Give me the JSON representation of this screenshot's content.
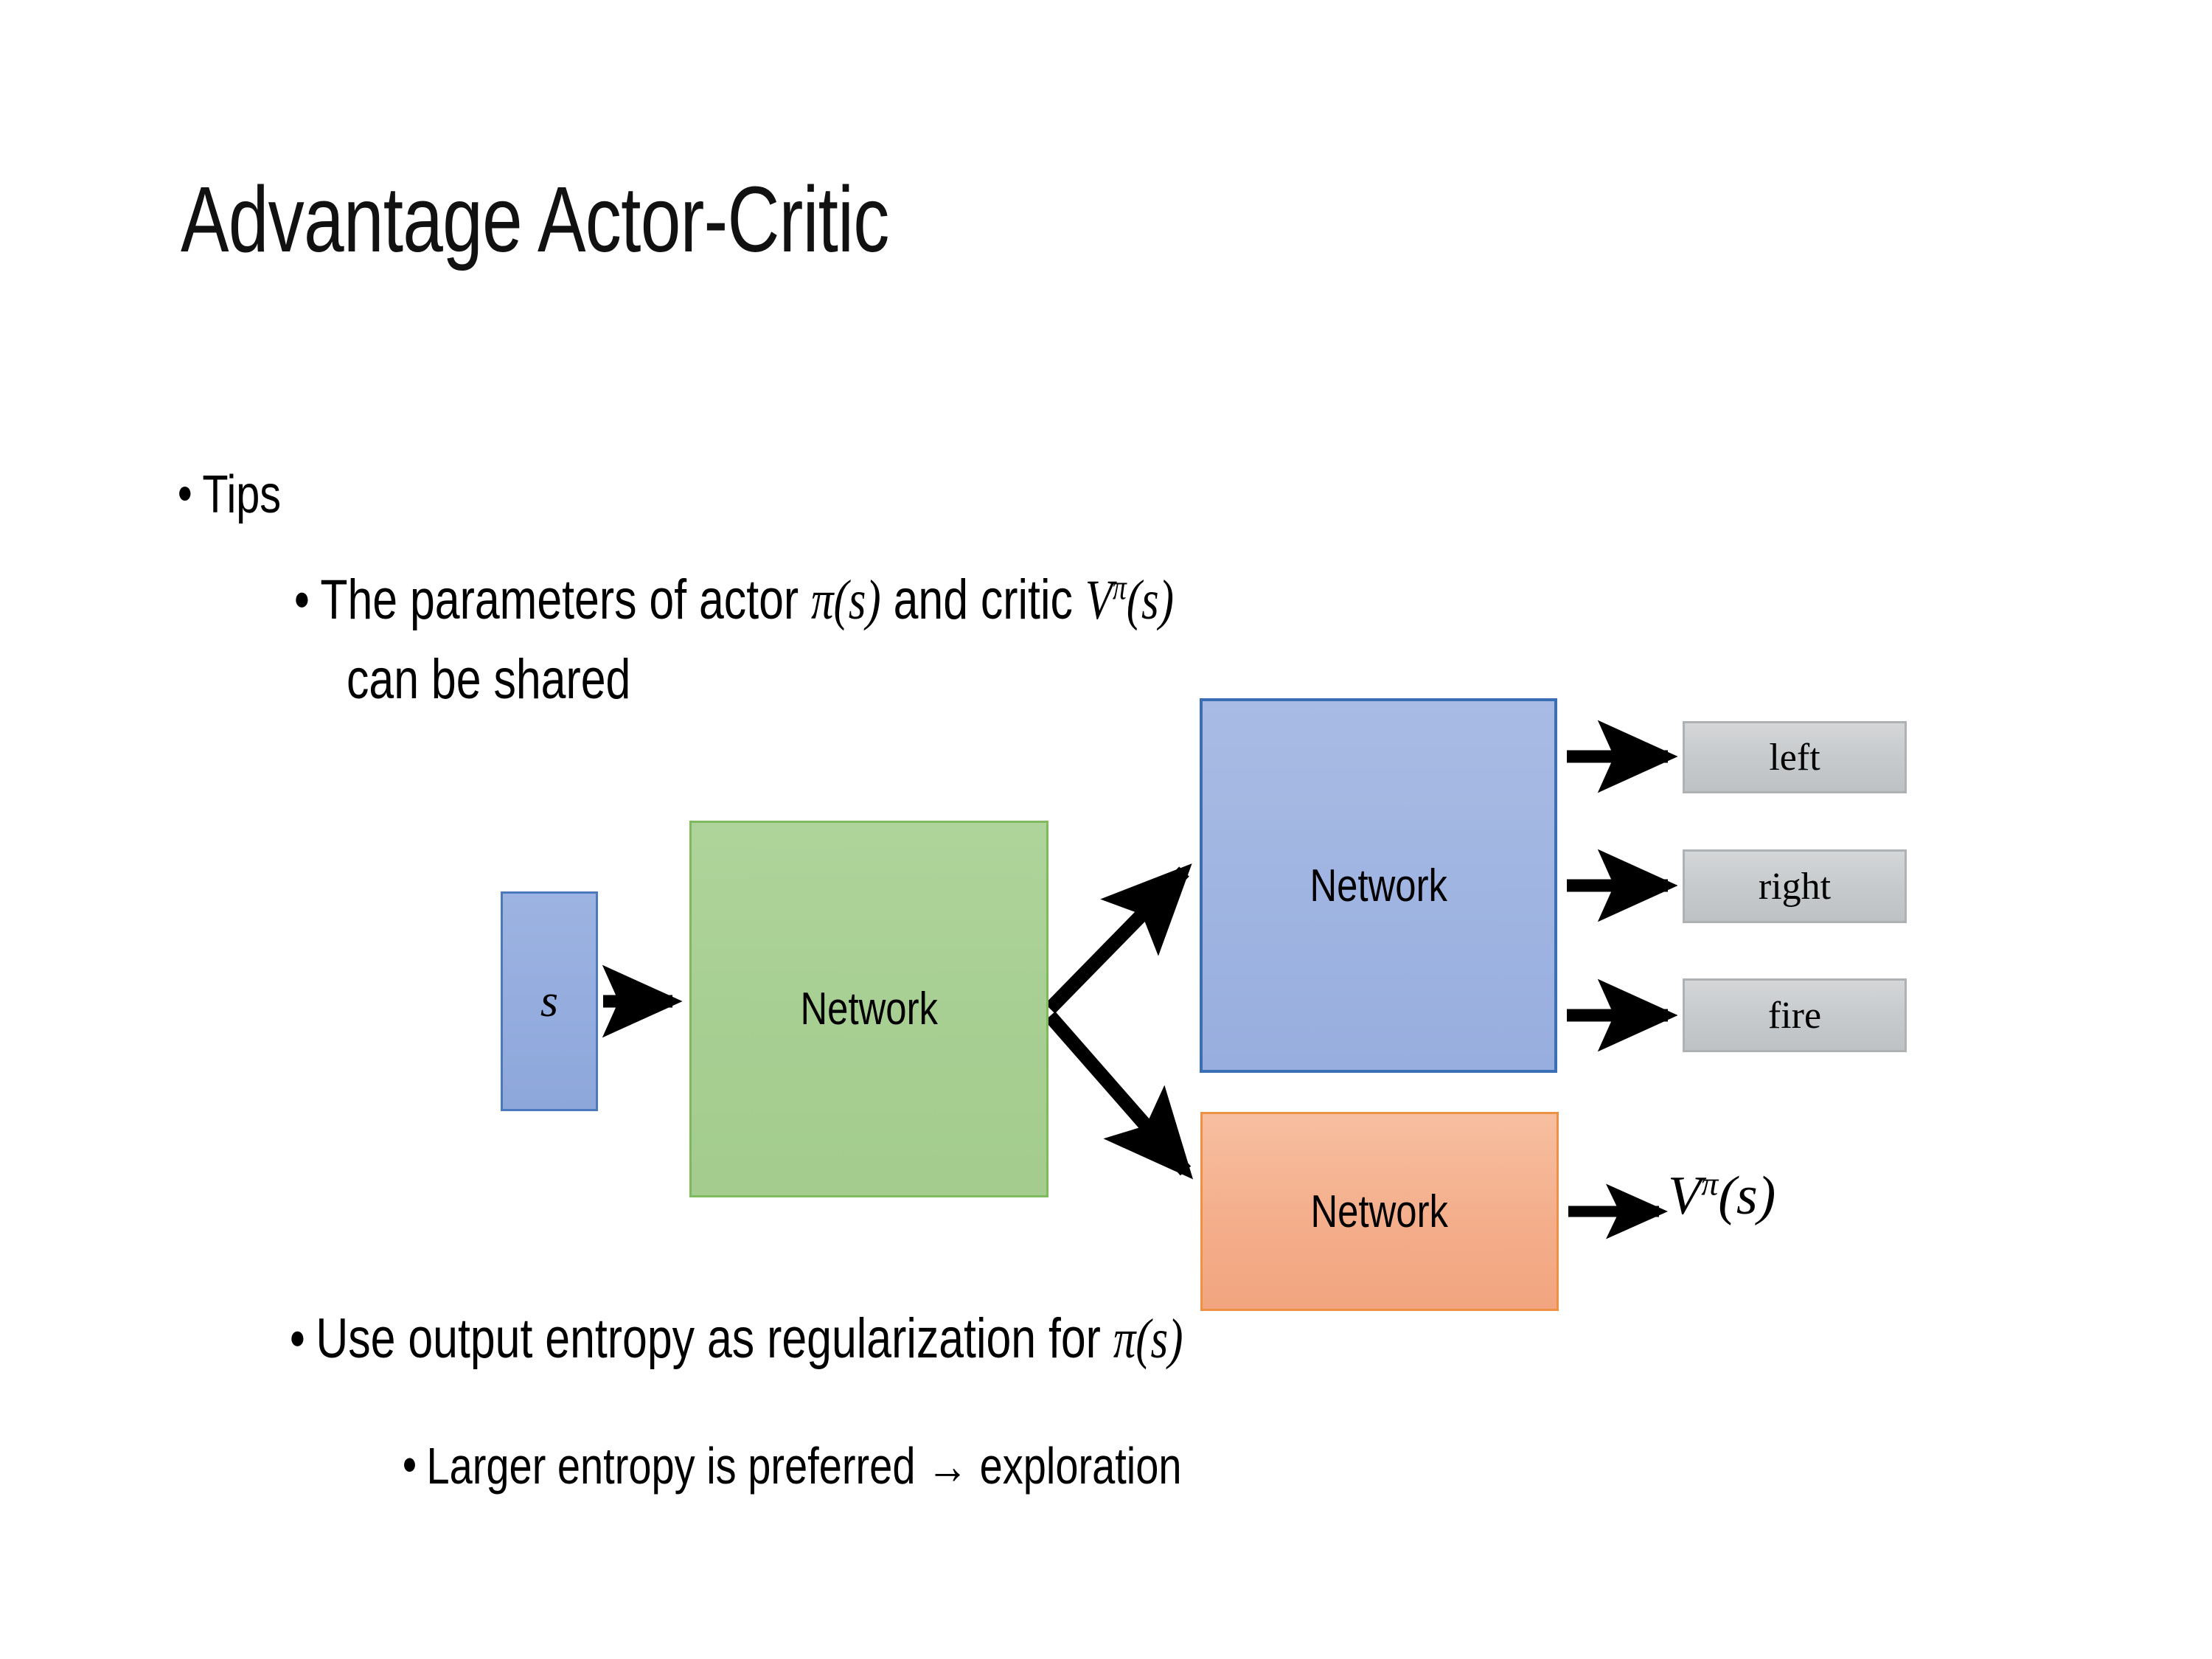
{
  "slide": {
    "title": "Advantage Actor-Critic",
    "background_color": "#ffffff"
  },
  "bullets": {
    "tips": "Tips",
    "parameters_line1_prefix": "The parameters of actor ",
    "parameters_line1_math_actor": "π(s)",
    "parameters_line1_middle": "  and critic ",
    "parameters_line1_math_critic_base": "V",
    "parameters_line1_math_critic_sup": "π",
    "parameters_line1_math_critic_arg": "(s)",
    "parameters_line2": "can be shared",
    "entropy_prefix": "Use output entropy as regularization for ",
    "entropy_math": "π(s)",
    "larger_entropy": "Larger entropy is preferred → exploration"
  },
  "diagram": {
    "state_symbol": "s",
    "shared_network_label": "Network",
    "actor_network_label": "Network",
    "critic_network_label": "Network",
    "action_outputs": [
      {
        "label": "left"
      },
      {
        "label": "right"
      },
      {
        "label": "fire"
      }
    ],
    "critic_output_base": "V",
    "critic_output_sup": "π",
    "critic_output_arg": "(s)",
    "colors": {
      "state_box_fill": "#94ACDE",
      "state_box_border": "#4A79BE",
      "shared_box_fill": "#A8CF93",
      "shared_box_border": "#7FBA5F",
      "actor_box_fill": "#9FB4E1",
      "actor_box_border": "#3A6FB5",
      "critic_box_fill": "#F4AE8B",
      "critic_box_border": "#ED9244",
      "output_box_fill": "#C7CACC",
      "output_box_border": "#AFB2B4",
      "arrow_color": "#000000",
      "text_color": "#000000"
    }
  }
}
